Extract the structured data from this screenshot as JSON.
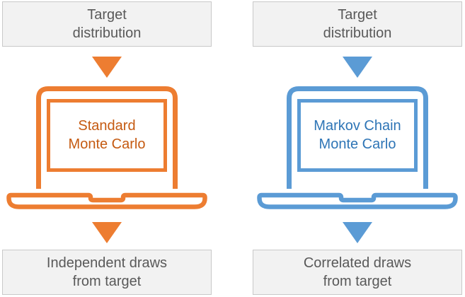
{
  "colors": {
    "orange": "#ED7D31",
    "orange_dark": "#C55A11",
    "blue": "#5B9BD5",
    "blue_dark": "#2E75B6",
    "box_bg": "#F2F2F2",
    "box_border": "#C9C9C9",
    "box_text": "#595959"
  },
  "columns": [
    {
      "name": "Standard Monte Carlo",
      "accent": "#ED7D31",
      "text_accent": "#C55A11",
      "top_box": {
        "lines": [
          "Target",
          "distribution"
        ]
      },
      "laptop_label": {
        "lines": [
          "Standard",
          "Monte Carlo"
        ]
      },
      "bottom_box": {
        "lines": [
          "Independent draws",
          "from target"
        ]
      }
    },
    {
      "name": "Markov Chain Monte Carlo",
      "accent": "#5B9BD5",
      "text_accent": "#2E75B6",
      "top_box": {
        "lines": [
          "Target",
          "distribution"
        ]
      },
      "laptop_label": {
        "lines": [
          "Markov Chain",
          "Monte Carlo"
        ]
      },
      "bottom_box": {
        "lines": [
          "Correlated draws",
          "from target"
        ]
      }
    }
  ],
  "icons": {
    "arrow": "down-arrow-icon",
    "machine": "laptop-icon"
  }
}
